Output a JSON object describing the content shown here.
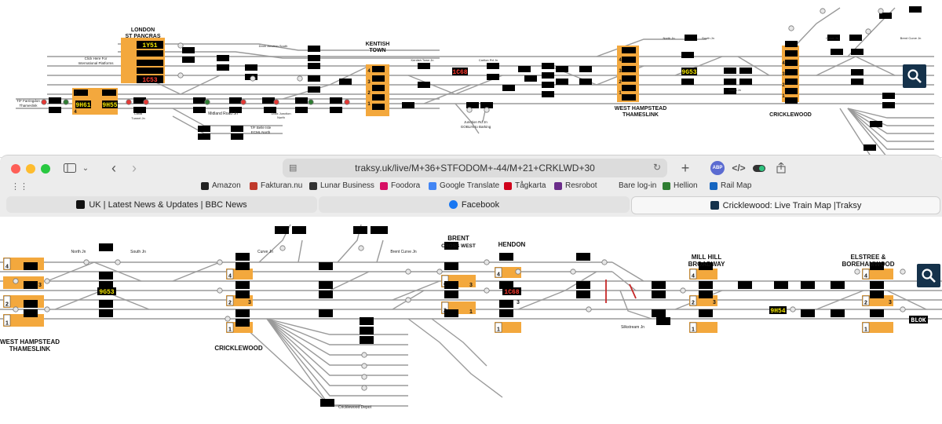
{
  "top_map": {
    "stations": [
      {
        "key": "stpancras",
        "lines": [
          "LONDON",
          "ST PANCRAS"
        ]
      },
      {
        "key": "kentish",
        "lines": [
          "KENTISH",
          "TOWN"
        ]
      },
      {
        "key": "whamp",
        "lines": [
          "WEST HAMPSTEAD",
          "THAMESLINK"
        ]
      },
      {
        "key": "crick",
        "lines": [
          "CRICKLEWOOD"
        ]
      }
    ],
    "junctions": {
      "intl": [
        "Click Here For",
        "International Platforms"
      ],
      "farringdon": [
        "T/F Farringdon",
        "Thameslink"
      ],
      "canal": [
        "Canal",
        "Tunnel Jn"
      ],
      "midland": "Midland Road Jn",
      "dock_jn_south": "Dock Junction South",
      "dock_jn_north": [
        "Dock Junction",
        "North"
      ],
      "kentish_town_jn": "Kentish Town Jn",
      "carlton": "Carlton Rd Jn",
      "gospel": [
        "Junction Rd Jn",
        "GOBLIN to Barking"
      ],
      "ecml": [
        "T/F Belle Isle",
        "ECML North"
      ],
      "north_jn": "North Jn",
      "south_jn": "South Jn",
      "curve_jn": "Curve Jn",
      "brent_curve": "Brent Curve Jn",
      "south_jn2": "South Jn"
    },
    "headcodes": {
      "1Y51": "1Y51",
      "1C53": "1C53",
      "9H61": "9H61",
      "9H55": "9H55",
      "1C68": "1C68",
      "9G53": "9G53"
    }
  },
  "bottom_map": {
    "stations": [
      {
        "key": "whamp",
        "lines": [
          "WEST HAMPSTEAD",
          "THAMESLINK"
        ]
      },
      {
        "key": "crick",
        "lines": [
          "CRICKLEWOOD"
        ]
      },
      {
        "key": "brent",
        "lines": [
          "BRENT",
          "CROSS WEST"
        ]
      },
      {
        "key": "hendon",
        "lines": [
          "HENDON"
        ]
      },
      {
        "key": "millhill",
        "lines": [
          "MILL HILL",
          "BROADWAY"
        ]
      },
      {
        "key": "elstree",
        "lines": [
          "ELSTREE &",
          "BOREHAMWOOD"
        ]
      }
    ],
    "junctions": {
      "north_jn": "North Jn",
      "south_jn": "South Jn",
      "curve_jn": "Curve Jn",
      "brent_curve": "Brent Curve Jn",
      "silkstream": "Silkstream Jn",
      "depot": "Cricklewood Depot"
    },
    "headcodes": {
      "9G53": "9G53",
      "1C68": "1C68",
      "9H54": "9H54",
      "BLOK": "BLOK"
    }
  },
  "platform_numbers": [
    "1",
    "2",
    "3",
    "4"
  ],
  "browser": {
    "url": "traksy.uk/live/M+36+STFODOM+-44/M+21+CRKLWD+30",
    "bookmarks": [
      {
        "label": "Amazon",
        "icon": "amazon-icon",
        "color": "#222"
      },
      {
        "label": "Fakturan.nu",
        "icon": "fakturan-icon",
        "color": "#c0392b"
      },
      {
        "label": "Lunar Business",
        "icon": "lunar-icon",
        "color": "#333"
      },
      {
        "label": "Foodora",
        "icon": "foodora-icon",
        "color": "#d70f64"
      },
      {
        "label": "Google Translate",
        "icon": "translate-icon",
        "color": "#4285f4"
      },
      {
        "label": "Tågkarta",
        "icon": "tagkarta-icon",
        "color": "#d0021b"
      },
      {
        "label": "Resrobot",
        "icon": "resrobot-icon",
        "color": "#6b2d8a"
      },
      {
        "label": "Bare log-in",
        "icon": "",
        "color": ""
      },
      {
        "label": "Hellion",
        "icon": "hellion-icon",
        "color": "#2e7d32"
      },
      {
        "label": "Rail Map",
        "icon": "railmap-icon",
        "color": "#1565c0"
      }
    ],
    "tabs": [
      {
        "label": "UK | Latest News & Updates | BBC News",
        "icon": "bbc-icon",
        "active": false
      },
      {
        "label": "Facebook",
        "icon": "facebook-icon",
        "active": false
      },
      {
        "label": "Cricklewood: Live Train Map |Traksy",
        "icon": "traksy-icon",
        "active": true
      }
    ],
    "extension_label": "ABP"
  },
  "colors": {
    "platform": "#f3a83d",
    "signal_box": "#000000",
    "headcode_yellow": "#f5e800",
    "headcode_red": "#ff3b30",
    "headcode_green": "#7dff3b",
    "track": "#9a9a9a",
    "magnifier": "#15324b"
  }
}
